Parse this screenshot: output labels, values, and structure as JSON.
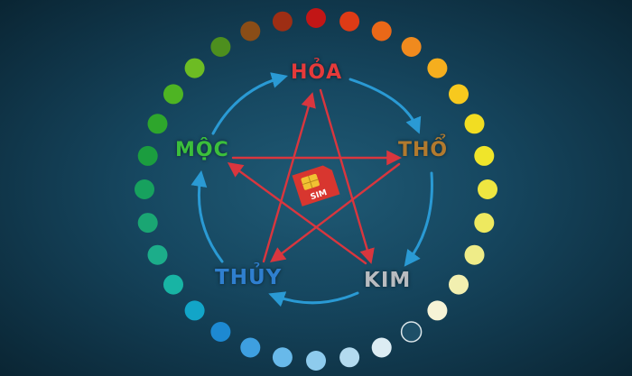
{
  "elements": {
    "hoa": {
      "label": "HỎA",
      "color": "#e53a3a"
    },
    "moc": {
      "label": "MỘC",
      "color": "#3bbf3b"
    },
    "tho": {
      "label": "THỔ",
      "color": "#b27a2e"
    },
    "kim": {
      "label": "KIM",
      "color": "#b9bcc0"
    },
    "thuy": {
      "label": "THỦY",
      "color": "#2f7fcf"
    }
  },
  "sim_card": {
    "text": "SIM",
    "color": "#d8362f"
  },
  "colors": {
    "cycle_arrow": "#2a9ad4",
    "star_arrow": "#d9363e",
    "background": "#164760"
  },
  "dot_ring": [
    "#c21616",
    "#de3b16",
    "#ea6818",
    "#f08a1e",
    "#f5ae1e",
    "#f7c91e",
    "#f2dd22",
    "#f0e52a",
    "#efe641",
    "#eee95f",
    "#efec88",
    "#f2efb0",
    "#f6f3d6",
    "#1d4f68",
    "#dcecf3",
    "#b3daef",
    "#8ecbed",
    "#68b9ea",
    "#3e9fe0",
    "#1d89d2",
    "#12a5c8",
    "#18b4a4",
    "#1cad8a",
    "#1aa673",
    "#17a15e",
    "#1b9d3f",
    "#2ea62c",
    "#4eb423",
    "#6dbc23",
    "#4d8f1e",
    "#8a4d17",
    "#9e2e14"
  ]
}
